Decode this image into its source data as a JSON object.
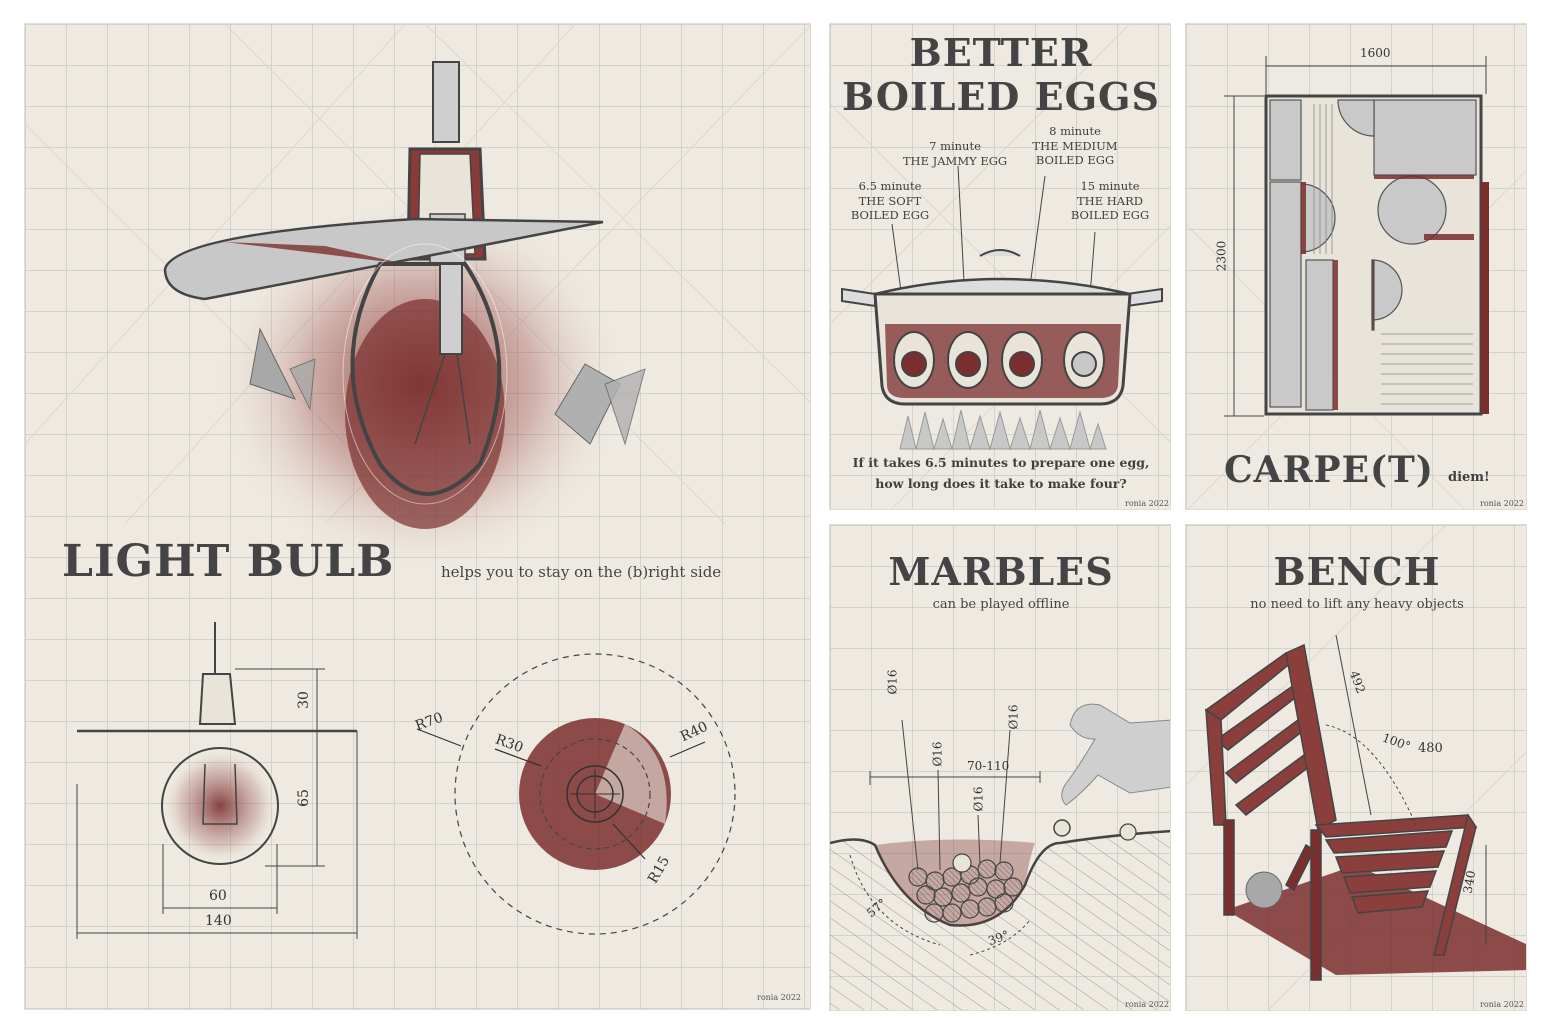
{
  "light_bulb": {
    "title": "LIGHT BULB",
    "subtitle": "helps you to stay on the (b)right side",
    "dims": {
      "d30": "30",
      "d65": "65",
      "d60": "60",
      "d140": "140",
      "r70": "R70",
      "r30": "R30",
      "r40": "R40",
      "r15": "R15"
    },
    "credit": "ronia 2022"
  },
  "eggs": {
    "title_line1": "BETTER",
    "title_line2": "BOILED EGGS",
    "labels": [
      {
        "time": "6.5 minute",
        "line2": "THE SOFT",
        "line3": "BOILED EGG"
      },
      {
        "time": "7 minute",
        "line2": "THE JAMMY EGG",
        "line3": ""
      },
      {
        "time": "8 minute",
        "line2": "THE MEDIUM",
        "line3": "BOILED EGG"
      },
      {
        "time": "15 minute",
        "line2": "THE HARD",
        "line3": "BOILED EGG"
      }
    ],
    "question_line1": "If it takes 6.5 minutes to prepare one egg,",
    "question_line2": "how long does it take to make four?",
    "credit": "ronia 2022"
  },
  "carpet": {
    "dim_width": "1600",
    "dim_height": "2300",
    "title": "CARPE(T)",
    "title_suffix": "diem!",
    "credit": "ronia 2022"
  },
  "marbles": {
    "title": "MARBLES",
    "subtitle": "can be played offline",
    "dims": {
      "d16a": "Ø16",
      "d16b": "Ø16",
      "d16c": "Ø16",
      "d16d": "Ø16",
      "range": "70-110",
      "a57": "57°",
      "a39": "39°"
    },
    "credit": "ronia 2022"
  },
  "bench": {
    "title": "BENCH",
    "subtitle": "no need to lift any heavy objects",
    "dims": {
      "d492": "492",
      "a100": "100°",
      "d480": "480",
      "d340": "340"
    },
    "credit": "ronia 2022"
  },
  "colors": {
    "paper": "#eeeae1",
    "maroon": "#7a2f2e",
    "ink": "#444444",
    "concrete": "#c9c9c9"
  }
}
